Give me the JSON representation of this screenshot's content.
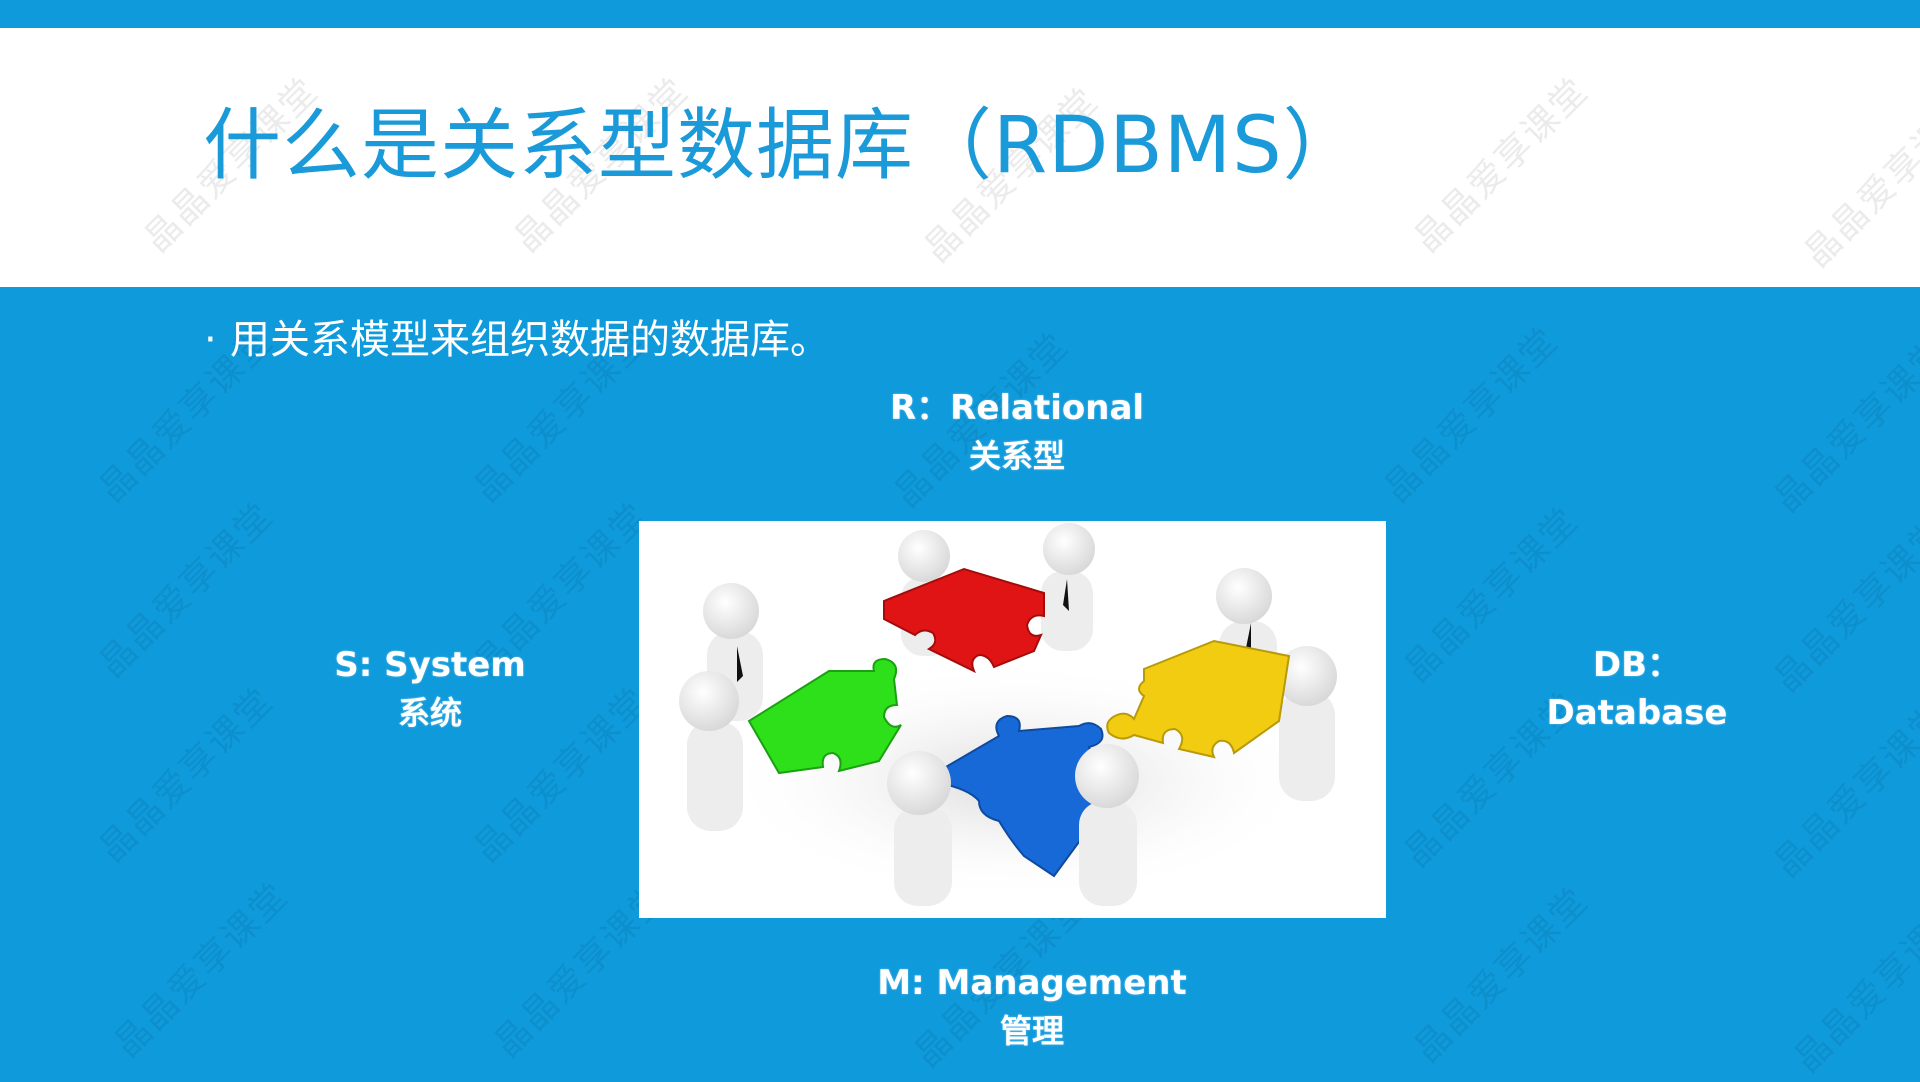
{
  "slide": {
    "title": "什么是关系型数据库（RDBMS）",
    "bullet_marker": "·",
    "bullet_text": "用关系模型来组织数据的数据库。",
    "colors": {
      "primary_blue": "#0F9ADC",
      "title_blue": "#1A9AD8",
      "text_white": "#FFFFFF",
      "puzzle_red": "#E01414",
      "puzzle_green": "#2EE01A",
      "puzzle_yellow": "#F2CC10",
      "puzzle_blue": "#1769D8"
    }
  },
  "labels": {
    "r": {
      "en": "R：Relational",
      "cn": "关系型"
    },
    "s": {
      "en": "S: System",
      "cn": "系统"
    },
    "db": {
      "en": "DB：",
      "cn": "Database"
    },
    "m": {
      "en": "M: Management",
      "cn": "管理"
    }
  },
  "figure": {
    "icon": "teamwork-puzzle-illustration",
    "pieces": [
      "red",
      "green",
      "yellow",
      "blue"
    ]
  },
  "watermark": "晶晶爱享课堂"
}
